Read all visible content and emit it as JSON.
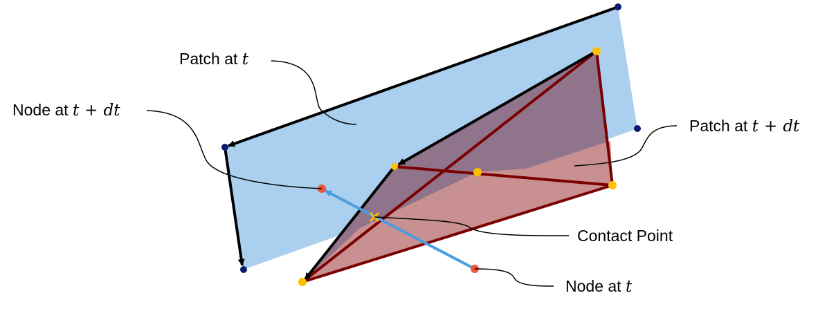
{
  "labels": {
    "patch_t": {
      "text": "Patch at ",
      "var": "t"
    },
    "node_t_dt": {
      "text": "Node at ",
      "var": "t",
      "op": "+",
      "var2": "dt"
    },
    "patch_t_dt": {
      "text": "Patch at ",
      "var": "t",
      "op": "+",
      "var2": "dt"
    },
    "contact_point": {
      "text": "Contact Point"
    },
    "node_t": {
      "text": "Node at ",
      "var": "t"
    }
  },
  "colors": {
    "patch_t_fill": "#aacfef",
    "patch_t_dt_fill": "#8e6f86",
    "patch_t_dt_lower_fill": "#c89090",
    "patch_edge": "#000000",
    "patch_t_dt_edge": "#7a0000",
    "blue_node": "#0b1a6e",
    "yellow_node": "#ffc000",
    "red_node": "#e8553a",
    "trajectory": "#4a9de0",
    "contact_marker": "#ffc000"
  }
}
